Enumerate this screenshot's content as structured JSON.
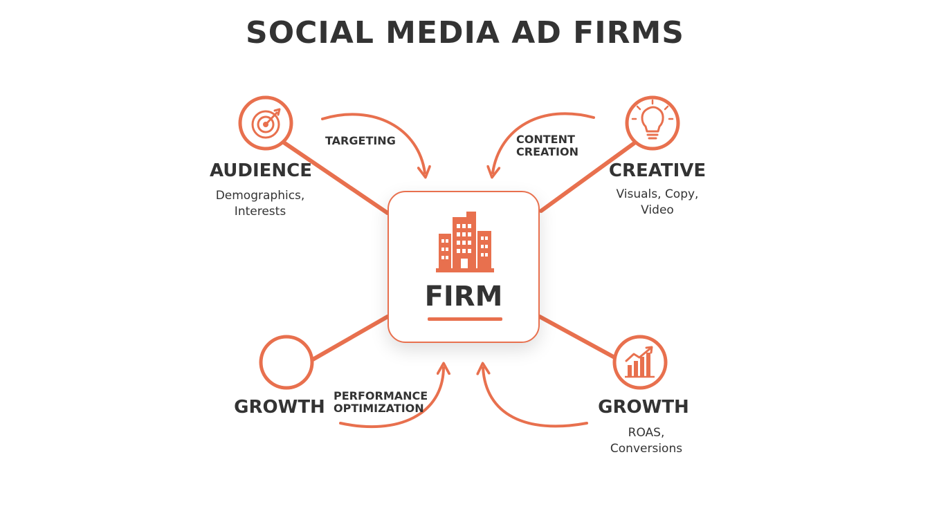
{
  "title": "SOCIAL MEDIA AD FIRMS",
  "colors": {
    "accent": "#E8704E",
    "text": "#333333",
    "background": "#FFFFFF"
  },
  "center": {
    "label": "FIRM",
    "icon": "building-icon"
  },
  "nodes": {
    "audience": {
      "title": "AUDIENCE",
      "desc_line1": "Demographics,",
      "desc_line2": "Interests",
      "icon": "target-icon"
    },
    "creative": {
      "title": "CREATIVE",
      "desc_line1": "Visuals, Copy,",
      "desc_line2": "Video",
      "icon": "lightbulb-icon"
    },
    "growth_left": {
      "title": "GROWTH",
      "icon": "empty-circle"
    },
    "growth_right": {
      "title": "GROWTH",
      "desc_line1": "ROAS,",
      "desc_line2": "Conversions",
      "icon": "chart-growth-icon"
    }
  },
  "flows": {
    "targeting": {
      "line1": "TARGETING"
    },
    "content_creation": {
      "line1": "CONTENT",
      "line2": "CREATION"
    },
    "performance_optimization": {
      "line1": "PERFORMANCE",
      "line2": "OPTIMIZATION"
    }
  }
}
